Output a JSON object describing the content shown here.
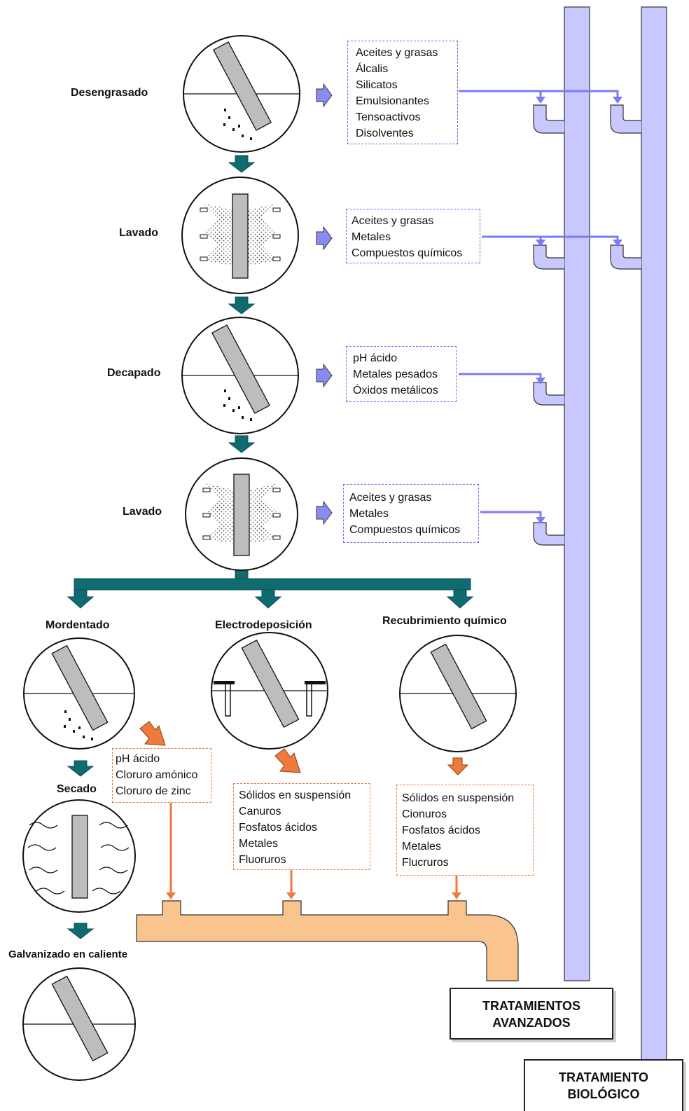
{
  "colors": {
    "pipe_blue": "#c8c8ff",
    "arrow_blue": "#7b7bf5",
    "arrow_teal": "#0f6b70",
    "arrow_orange": "#f07a3c",
    "pipe_orange": "#f9c48d",
    "part_gray": "#bdbdbd"
  },
  "steps": {
    "desengrasado": "Desengrasado",
    "lavado1": "Lavado",
    "decapado": "Decapado",
    "lavado2": "Lavado",
    "mordentado": "Mordentado",
    "electrodeposicion": "Electrodeposición",
    "recubrimiento": "Recubrimiento químico",
    "secado": "Secado",
    "galvanizado": "Galvanizado en caliente"
  },
  "effluents": {
    "desengrasado": [
      "Aceites y grasas",
      "Álcalis",
      "Silicatos",
      "Emulsionantes",
      "Tensoactivos",
      "Disolventes"
    ],
    "lavado1": [
      "Aceites y grasas",
      "Metales",
      "Compuestos químicos"
    ],
    "decapado": [
      "pH ácido",
      "Metales pesados",
      "Óxidos metálicos"
    ],
    "lavado2": [
      "Aceites y grasas",
      "Metales",
      "Compuestos químicos"
    ],
    "mordentado": [
      "pH ácido",
      "Cloruro amónico",
      "Cloruro de zinc"
    ],
    "electrodeposicion": [
      "Sólidos en suspensión",
      "Canuros",
      "Fosfatos ácidos",
      "Metales",
      "Fluoruros"
    ],
    "recubrimiento": [
      "Sólidos en suspensión",
      "Cionuros",
      "Fosfatos ácidos",
      "Metales",
      "Flucruros"
    ]
  },
  "treatments": {
    "avanzados": [
      "TRATAMIENTOS",
      "AVANZADOS"
    ],
    "biologico": [
      "TRATAMIENTO",
      "BIOLÓGICO"
    ]
  }
}
